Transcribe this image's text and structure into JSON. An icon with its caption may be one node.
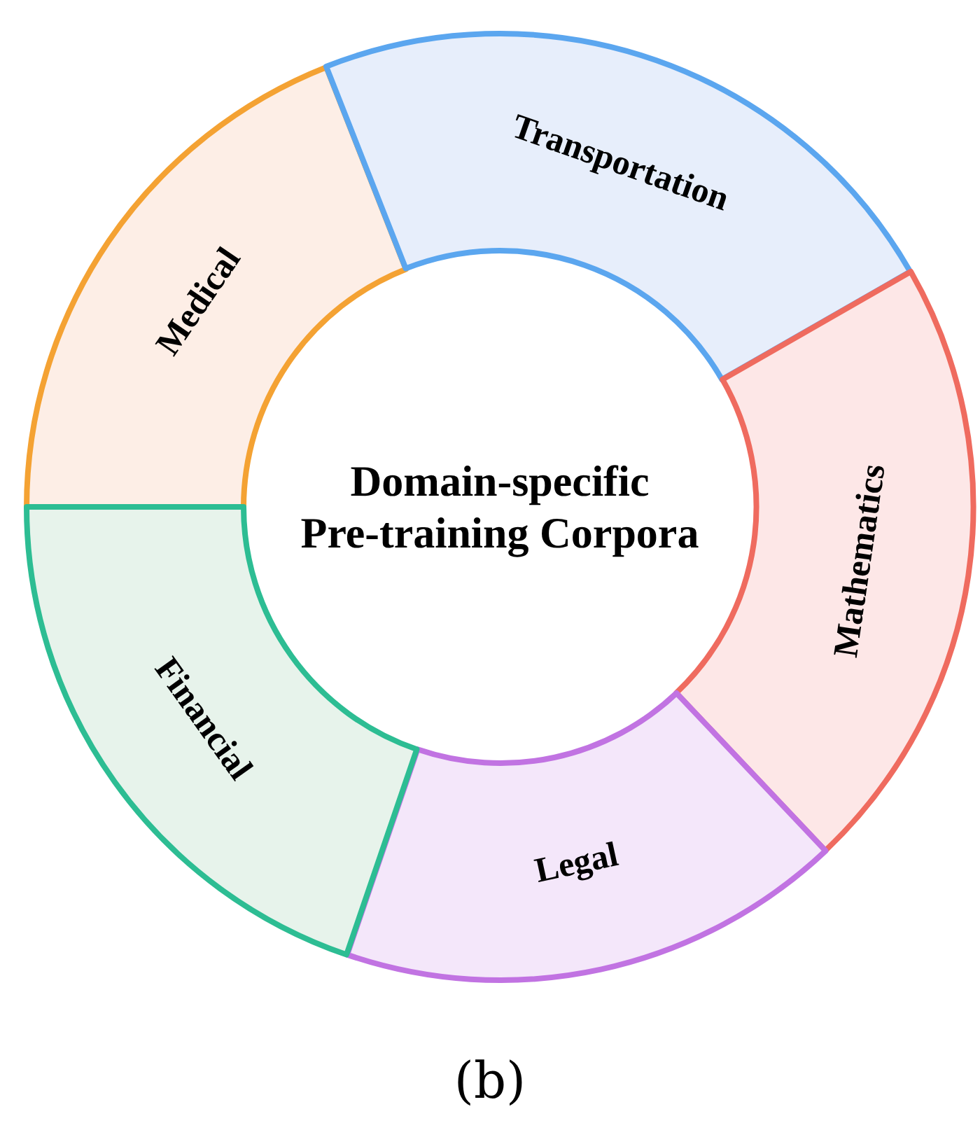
{
  "diagram": {
    "caption": "(b)",
    "nodes": [
      {
        "text": [
          "Domain-specific Pre-training Corpora"
        ]
      },
      {
        "text": [
          "Medical"
        ]
      },
      {
        "text": [
          "Transportation"
        ]
      },
      {
        "text": [
          "Mathematics"
        ]
      },
      {
        "text": [
          "Legal"
        ]
      },
      {
        "text": [
          "Financial"
        ]
      }
    ]
  }
}
